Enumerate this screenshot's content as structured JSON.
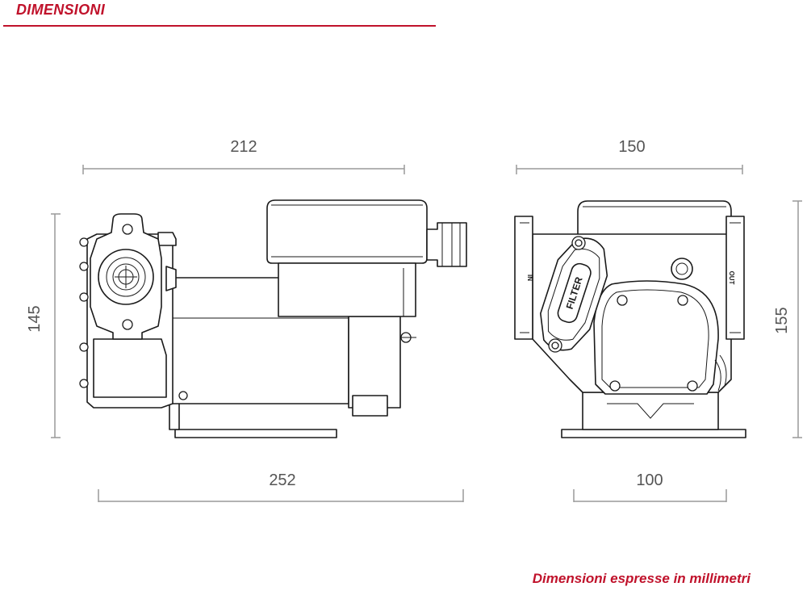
{
  "header": {
    "title": "DIMENSIONI"
  },
  "footer": {
    "note": "Dimensioni espresse in millimetri"
  },
  "dimensions": {
    "side_width": "212",
    "side_height": "145",
    "side_base_length": "252",
    "front_width": "150",
    "front_height": "155",
    "front_base_width": "100"
  },
  "stamps": {
    "filter": "FILTER",
    "inlet": "IN",
    "outlet": "OUT"
  },
  "colors": {
    "accent": "#c0122b",
    "dimension_lines": "#9a9a9a",
    "dimension_text": "#555555",
    "outline": "#1a1a1a"
  }
}
